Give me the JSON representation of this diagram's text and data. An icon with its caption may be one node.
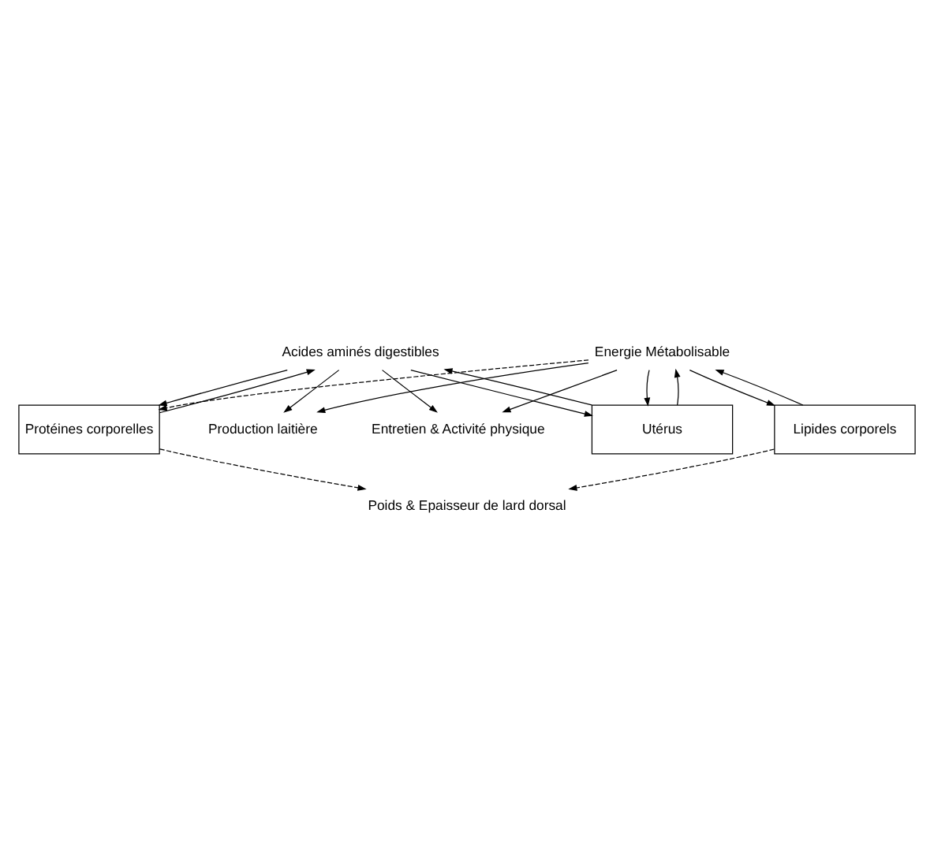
{
  "diagram": {
    "nodes": [
      {
        "text": [
          "Energie Métabolisable"
        ]
      },
      {
        "text": [
          "Acides aminés digestibles"
        ]
      },
      {
        "text": [
          "Entretien & Activité physique"
        ]
      },
      {
        "text": [
          "Utérus"
        ]
      },
      {
        "text": [
          "Production laitière"
        ]
      },
      {
        "text": [
          "Lipides corporels"
        ]
      },
      {
        "text": [
          "Protéines corporelles"
        ]
      },
      {
        "text": [
          "Poids & Epaisseur de lard dorsal"
        ]
      }
    ],
    "edges": [
      {
        "from": 0,
        "to": 2,
        "arrow": "to"
      },
      {
        "from": 0,
        "to": 3,
        "arrow": "to"
      },
      {
        "from": 3,
        "to": 0,
        "arrow": "to"
      },
      {
        "from": 0,
        "to": 4,
        "arrow": "to"
      },
      {
        "from": 0,
        "to": 5,
        "arrow": "to"
      },
      {
        "from": 5,
        "to": 0,
        "arrow": "to"
      },
      {
        "from": 0,
        "to": 6,
        "arrow": "to",
        "style": "dashed"
      },
      {
        "from": 1,
        "to": 2,
        "arrow": "to"
      },
      {
        "from": 1,
        "to": 3,
        "arrow": "to"
      },
      {
        "from": 3,
        "to": 1,
        "arrow": "to"
      },
      {
        "from": 1,
        "to": 4,
        "arrow": "to"
      },
      {
        "from": 1,
        "to": 6,
        "arrow": "to"
      },
      {
        "from": 6,
        "to": 1,
        "arrow": "to"
      },
      {
        "from": 5,
        "to": 7,
        "arrow": "to",
        "style": "dashed"
      },
      {
        "from": 6,
        "to": 7,
        "arrow": "to",
        "style": "dashed"
      }
    ]
  }
}
